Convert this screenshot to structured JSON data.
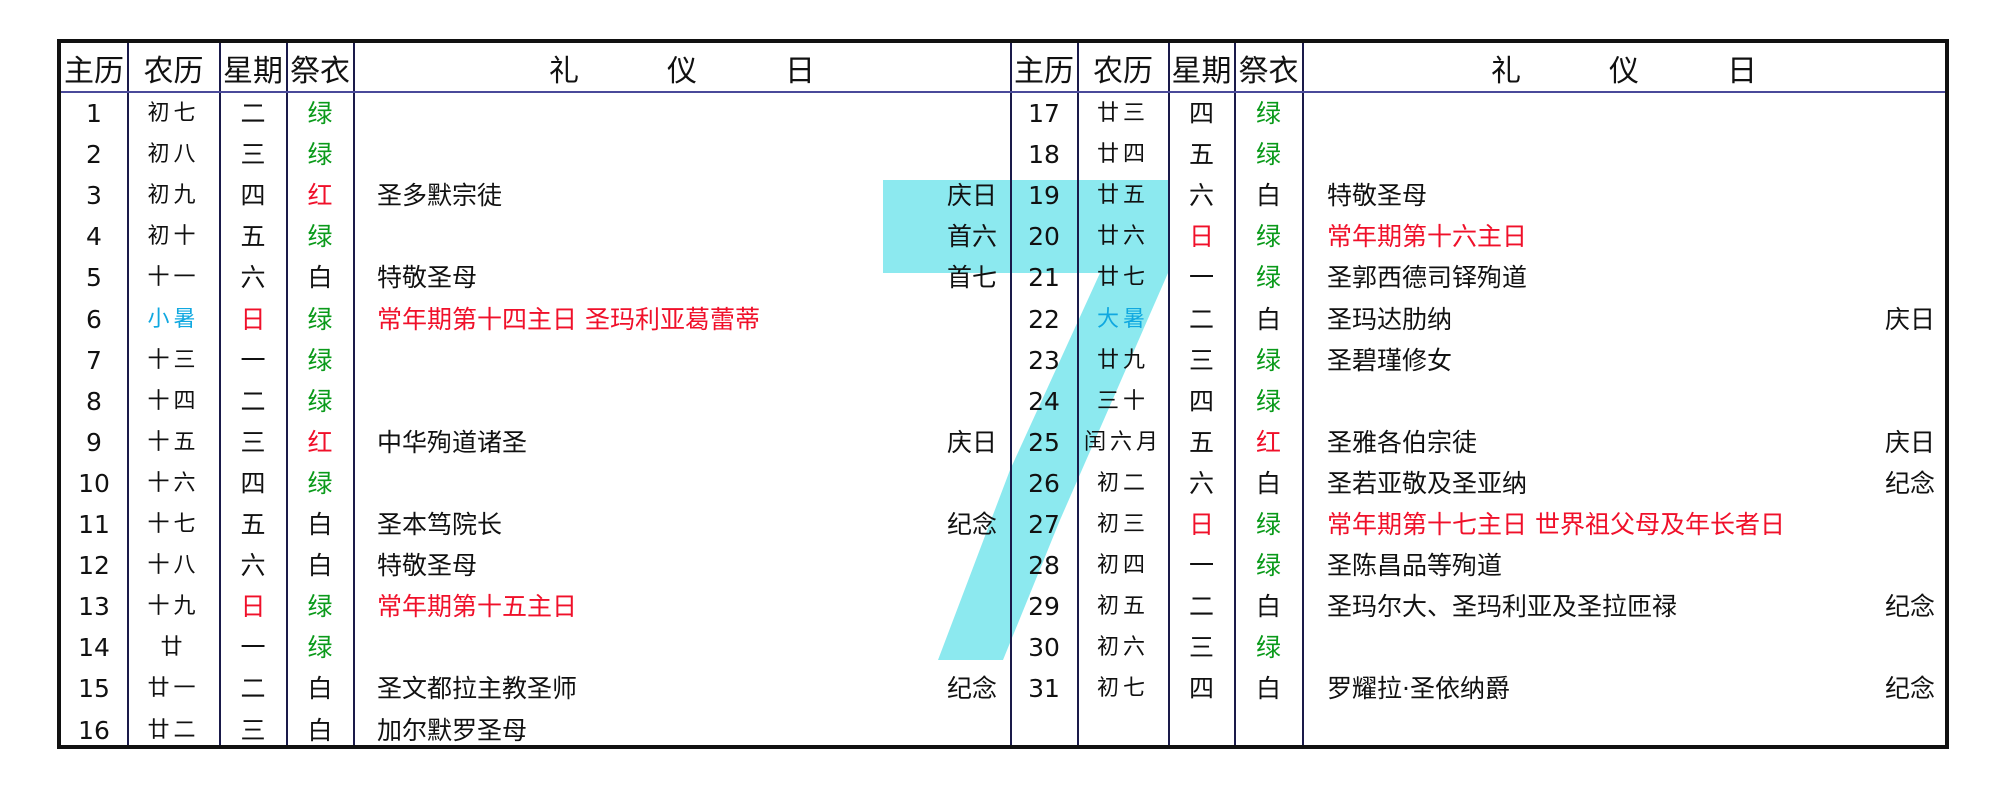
{
  "colors": {
    "red": "#f0102a",
    "green": "#0a9a1a",
    "cyan": "#10a8e0",
    "text": "#1a1a50",
    "watermark": "#86e8ee"
  },
  "watermark": {
    "glyph": "7"
  },
  "header": {
    "solar": "主历",
    "lunar": "农历",
    "weekday": "星期",
    "vestment": "祭衣",
    "liturgy": [
      "礼",
      "仪",
      "日"
    ]
  },
  "left_rows": [
    {
      "day": "1",
      "lunar": "初七",
      "weekday": "二",
      "vestment": "绿",
      "vestment_color": "green",
      "event": "",
      "event_color": "",
      "rank": ""
    },
    {
      "day": "2",
      "lunar": "初八",
      "weekday": "三",
      "vestment": "绿",
      "vestment_color": "green",
      "event": "",
      "event_color": "",
      "rank": ""
    },
    {
      "day": "3",
      "lunar": "初九",
      "weekday": "四",
      "vestment": "红",
      "vestment_color": "red",
      "event": "圣多默宗徒",
      "event_color": "",
      "rank": "庆日"
    },
    {
      "day": "4",
      "lunar": "初十",
      "weekday": "五",
      "vestment": "绿",
      "vestment_color": "green",
      "event": "",
      "event_color": "",
      "rank": "首六"
    },
    {
      "day": "5",
      "lunar": "十一",
      "weekday": "六",
      "vestment": "白",
      "vestment_color": "",
      "event": "特敬圣母",
      "event_color": "",
      "rank": "首七"
    },
    {
      "day": "6",
      "lunar": "小暑",
      "lunar_color": "cyan",
      "weekday": "日",
      "weekday_color": "red",
      "vestment": "绿",
      "vestment_color": "green",
      "event": "常年期第十四主日  圣玛利亚葛蕾蒂",
      "event_color": "red",
      "rank": ""
    },
    {
      "day": "7",
      "lunar": "十三",
      "weekday": "一",
      "vestment": "绿",
      "vestment_color": "green",
      "event": "",
      "event_color": "",
      "rank": ""
    },
    {
      "day": "8",
      "lunar": "十四",
      "weekday": "二",
      "vestment": "绿",
      "vestment_color": "green",
      "event": "",
      "event_color": "",
      "rank": ""
    },
    {
      "day": "9",
      "lunar": "十五",
      "weekday": "三",
      "vestment": "红",
      "vestment_color": "red",
      "event": "中华殉道诸圣",
      "event_color": "",
      "rank": "庆日"
    },
    {
      "day": "10",
      "lunar": "十六",
      "weekday": "四",
      "vestment": "绿",
      "vestment_color": "green",
      "event": "",
      "event_color": "",
      "rank": ""
    },
    {
      "day": "11",
      "lunar": "十七",
      "weekday": "五",
      "vestment": "白",
      "vestment_color": "",
      "event": "圣本笃院长",
      "event_color": "",
      "rank": "纪念"
    },
    {
      "day": "12",
      "lunar": "十八",
      "weekday": "六",
      "vestment": "白",
      "vestment_color": "",
      "event": "特敬圣母",
      "event_color": "",
      "rank": ""
    },
    {
      "day": "13",
      "lunar": "十九",
      "weekday": "日",
      "weekday_color": "red",
      "vestment": "绿",
      "vestment_color": "green",
      "event": "常年期第十五主日",
      "event_color": "red",
      "rank": ""
    },
    {
      "day": "14",
      "lunar": "廿",
      "weekday": "一",
      "vestment": "绿",
      "vestment_color": "green",
      "event": "",
      "event_color": "",
      "rank": ""
    },
    {
      "day": "15",
      "lunar": "廿一",
      "weekday": "二",
      "vestment": "白",
      "vestment_color": "",
      "event": "圣文都拉主教圣师",
      "event_color": "",
      "rank": "纪念"
    },
    {
      "day": "16",
      "lunar": "廿二",
      "weekday": "三",
      "vestment": "白",
      "vestment_color": "",
      "event": "加尔默罗圣母",
      "event_color": "",
      "rank": ""
    }
  ],
  "right_rows": [
    {
      "day": "17",
      "lunar": "廿三",
      "weekday": "四",
      "vestment": "绿",
      "vestment_color": "green",
      "event": "",
      "event_color": "",
      "rank": ""
    },
    {
      "day": "18",
      "lunar": "廿四",
      "weekday": "五",
      "vestment": "绿",
      "vestment_color": "green",
      "event": "",
      "event_color": "",
      "rank": ""
    },
    {
      "day": "19",
      "lunar": "廿五",
      "weekday": "六",
      "vestment": "白",
      "vestment_color": "",
      "event": "特敬圣母",
      "event_color": "",
      "rank": ""
    },
    {
      "day": "20",
      "lunar": "廿六",
      "weekday": "日",
      "weekday_color": "red",
      "vestment": "绿",
      "vestment_color": "green",
      "event": "常年期第十六主日",
      "event_color": "red",
      "rank": ""
    },
    {
      "day": "21",
      "lunar": "廿七",
      "weekday": "一",
      "vestment": "绿",
      "vestment_color": "green",
      "event": "圣郭西德司铎殉道",
      "event_color": "",
      "rank": ""
    },
    {
      "day": "22",
      "lunar": "大暑",
      "lunar_color": "cyan",
      "weekday": "二",
      "vestment": "白",
      "vestment_color": "",
      "event": "圣玛达肋纳",
      "event_color": "",
      "rank": "庆日"
    },
    {
      "day": "23",
      "lunar": "廿九",
      "weekday": "三",
      "vestment": "绿",
      "vestment_color": "green",
      "event": "圣碧瑾修女",
      "event_color": "",
      "rank": ""
    },
    {
      "day": "24",
      "lunar": "三十",
      "weekday": "四",
      "vestment": "绿",
      "vestment_color": "green",
      "event": "",
      "event_color": "",
      "rank": ""
    },
    {
      "day": "25",
      "lunar": "闰六月",
      "weekday": "五",
      "vestment": "红",
      "vestment_color": "red",
      "event": "圣雅各伯宗徒",
      "event_color": "",
      "rank": "庆日"
    },
    {
      "day": "26",
      "lunar": "初二",
      "weekday": "六",
      "vestment": "白",
      "vestment_color": "",
      "event": "圣若亚敬及圣亚纳",
      "event_color": "",
      "rank": "纪念"
    },
    {
      "day": "27",
      "lunar": "初三",
      "weekday": "日",
      "weekday_color": "red",
      "vestment": "绿",
      "vestment_color": "green",
      "event": "常年期第十七主日  世界祖父母及年长者日",
      "event_color": "red",
      "rank": ""
    },
    {
      "day": "28",
      "lunar": "初四",
      "weekday": "一",
      "vestment": "绿",
      "vestment_color": "green",
      "event": "圣陈昌品等殉道",
      "event_color": "",
      "rank": ""
    },
    {
      "day": "29",
      "lunar": "初五",
      "weekday": "二",
      "vestment": "白",
      "vestment_color": "",
      "event": "圣玛尔大、圣玛利亚及圣拉匝禄",
      "event_color": "",
      "rank": "纪念"
    },
    {
      "day": "30",
      "lunar": "初六",
      "weekday": "三",
      "vestment": "绿",
      "vestment_color": "green",
      "event": "",
      "event_color": "",
      "rank": ""
    },
    {
      "day": "31",
      "lunar": "初七",
      "weekday": "四",
      "vestment": "白",
      "vestment_color": "",
      "event": "罗耀拉·圣依纳爵",
      "event_color": "",
      "rank": "纪念"
    }
  ]
}
